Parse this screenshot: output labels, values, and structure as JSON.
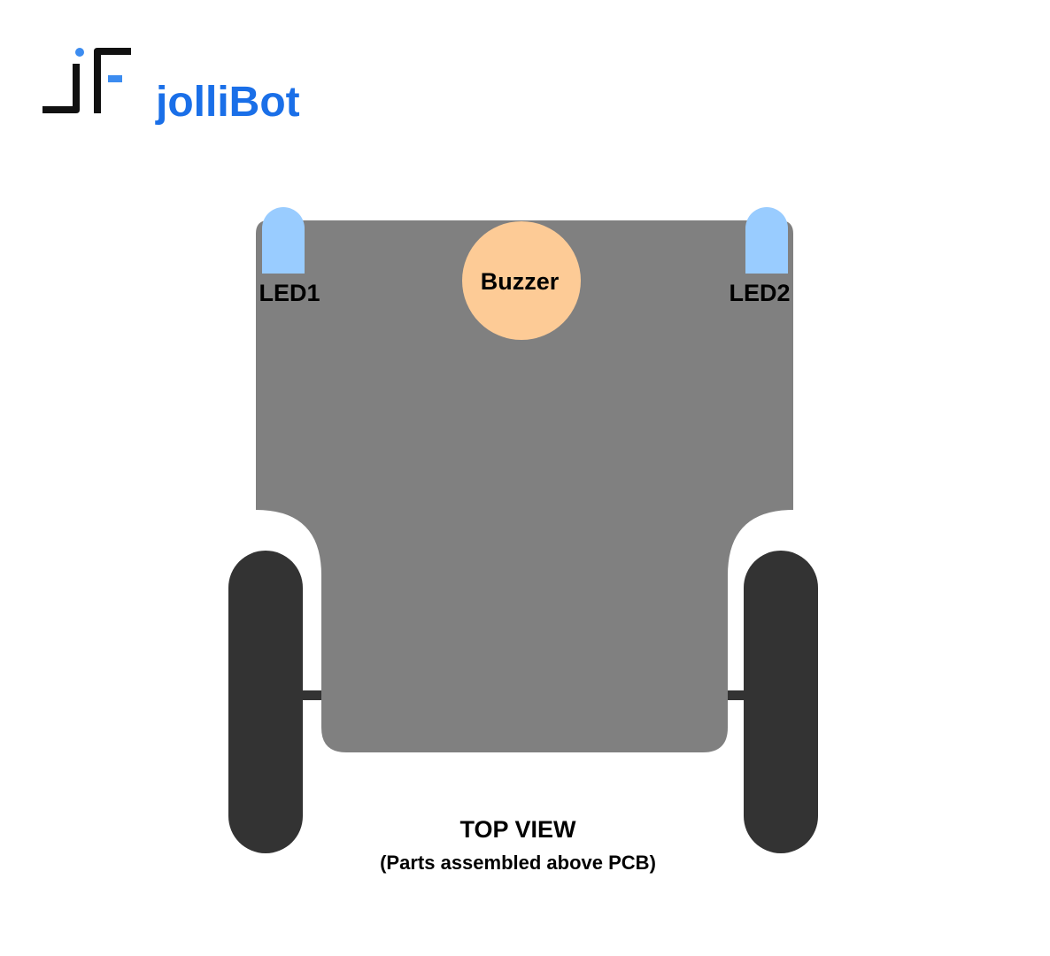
{
  "brand": {
    "name": "jolliBot",
    "name_color": "#1a6fe8",
    "mark_color": "#111111",
    "mark_accent_color": "#3c8cf0"
  },
  "diagram": {
    "components": {
      "led1": "LED1",
      "led2": "LED2",
      "buzzer": "Buzzer"
    },
    "caption": {
      "title": "TOP VIEW",
      "subtitle": "(Parts assembled above PCB)"
    },
    "colors": {
      "pcb": "#808080",
      "wheel": "#333333",
      "axle": "#333333",
      "led": "#99ccff",
      "buzzer": "#fdcb96"
    }
  }
}
